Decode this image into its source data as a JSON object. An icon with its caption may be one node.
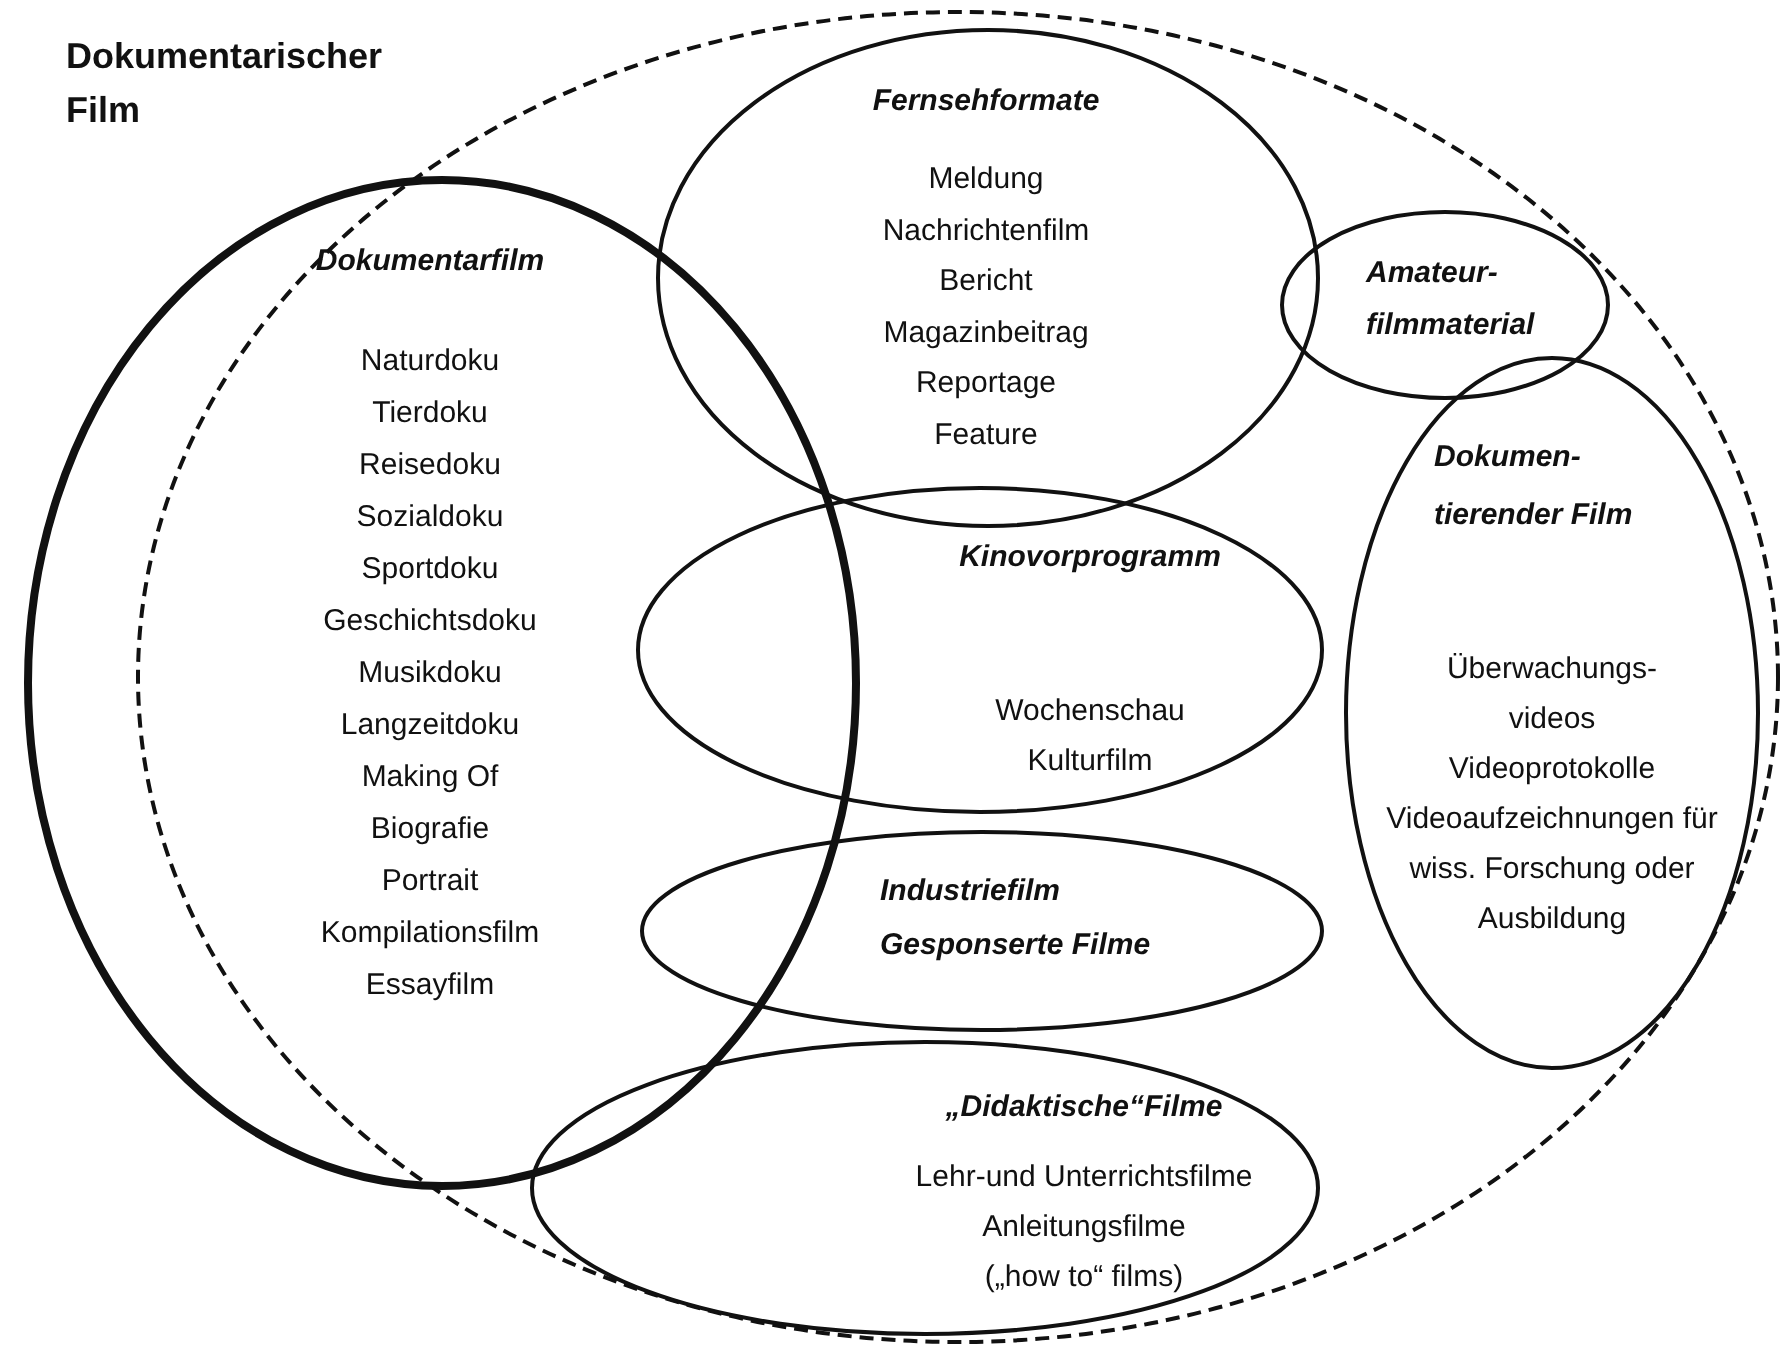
{
  "diagram": {
    "nodes": [
      {
        "text": [
          "Dokumentarischer Film"
        ]
      },
      {
        "text": [
          "Dokumentarfilm",
          "Naturdoku",
          "Tierdoku",
          "Reisedoku",
          "Sozialdoku",
          "Sportdoku",
          "Geschichtsdoku",
          "Musikdoku",
          "Langzeitdoku",
          "Making Of",
          "Biografie",
          "Portrait",
          "Kompilationsfilm",
          "Essayfilm"
        ]
      },
      {
        "text": [
          "Fernsehformate",
          "Meldung",
          "Nachrichtenfilm",
          "Bericht",
          "Magazinbeitrag",
          "Reportage",
          "Feature"
        ],
        "in": 0
      },
      {
        "text": [
          "Amateur- filmmaterial"
        ],
        "in": 0
      },
      {
        "text": [
          "Dokumen- tierender Film",
          "Überwachungs- videos",
          "Videoprotokolle",
          "Videoaufzeichnungen für wiss. Forschung oder Ausbildung"
        ],
        "in": 0
      },
      {
        "text": [
          "Kinovorprogramm",
          "Wochenschau",
          "Kulturfilm"
        ],
        "in": 0
      },
      {
        "text": [
          "Industriefilm",
          "Gesponserte Filme"
        ],
        "in": 0
      },
      {
        "text": [
          "„Didaktische“Filme",
          "Lehr-und Unterrichtsfilme",
          "Anleitungsfilme",
          "(„how to“ films)"
        ],
        "in": 0
      }
    ]
  }
}
